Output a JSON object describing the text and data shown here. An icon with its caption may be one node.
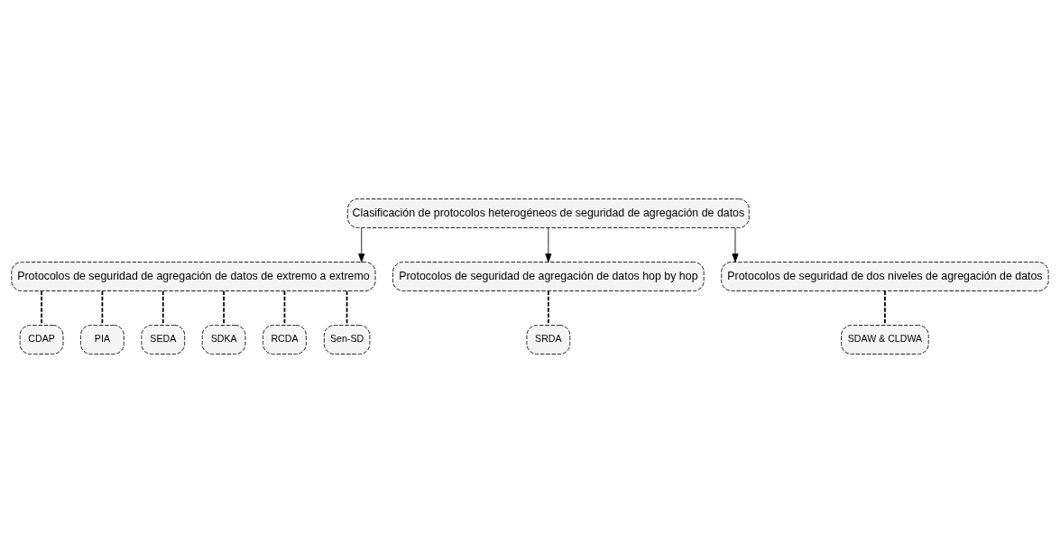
{
  "diagram": {
    "nodes": [
      {
        "text": [
          "Clasificación de protocolos heterogéneos de seguridad de agregación de datos"
        ]
      },
      {
        "text": [
          "Protocolos de seguridad de agregación de datos de extremo a extremo"
        ]
      },
      {
        "text": [
          "Protocolos de seguridad de agregación de datos hop by hop"
        ]
      },
      {
        "text": [
          "Protocolos de seguridad de dos niveles de agregación de datos"
        ]
      },
      {
        "text": [
          "CDAP"
        ]
      },
      {
        "text": [
          "PIA"
        ]
      },
      {
        "text": [
          "SEDA"
        ]
      },
      {
        "text": [
          "SDKA"
        ]
      },
      {
        "text": [
          "RCDA"
        ]
      },
      {
        "text": [
          "Sen-SD"
        ]
      },
      {
        "text": [
          "SRDA"
        ]
      },
      {
        "text": [
          "SDAW & CLDWA"
        ]
      }
    ],
    "edges": [
      {
        "from": 0,
        "to": 1,
        "arrow": "to"
      },
      {
        "from": 0,
        "to": 2,
        "arrow": "to"
      },
      {
        "from": 0,
        "to": 3,
        "arrow": "to"
      },
      {
        "from": 1,
        "to": 4,
        "arrow": "none",
        "style": "dashed"
      },
      {
        "from": 1,
        "to": 5,
        "arrow": "none",
        "style": "dashed"
      },
      {
        "from": 1,
        "to": 6,
        "arrow": "none",
        "style": "dashed"
      },
      {
        "from": 1,
        "to": 7,
        "arrow": "none",
        "style": "dashed"
      },
      {
        "from": 1,
        "to": 8,
        "arrow": "none",
        "style": "dashed"
      },
      {
        "from": 1,
        "to": 9,
        "arrow": "none",
        "style": "dashed"
      },
      {
        "from": 2,
        "to": 10,
        "arrow": "none",
        "style": "dashed"
      },
      {
        "from": 3,
        "to": 11,
        "arrow": "none",
        "style": "dashed"
      }
    ]
  }
}
